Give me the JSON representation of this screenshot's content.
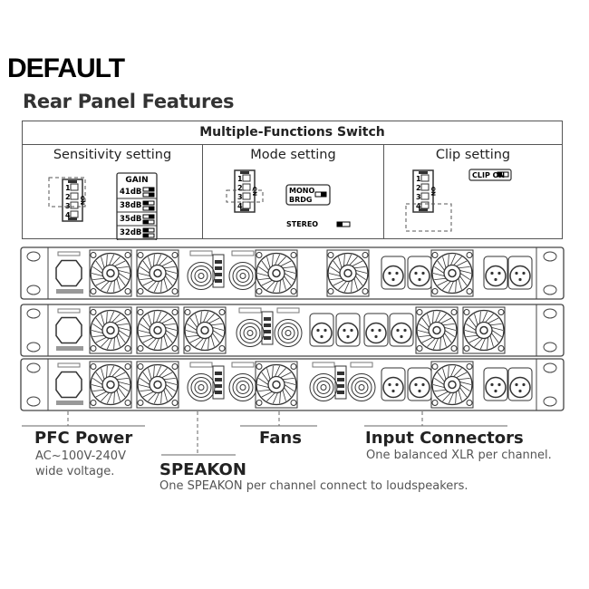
{
  "page_title": "Rear Panel Features",
  "watermark": "DEFAULT",
  "switch_panel": {
    "title": "Multiple-Functions Switch",
    "sensitivity": {
      "title": "Sensitivity setting",
      "gain_label": "GAIN",
      "levels": [
        "41dB",
        "38dB",
        "35dB",
        "32dB"
      ]
    },
    "mode": {
      "title": "Mode setting",
      "mono_label": "MONO",
      "bridge_label": "BRDG",
      "stereo_label": "STEREO"
    },
    "clip": {
      "title": "Clip setting",
      "clip_on_label": "CLIP ON"
    },
    "dip_numbers": [
      "1",
      "2",
      "3",
      "4"
    ],
    "dip_on": "ON"
  },
  "callouts": {
    "pfc": {
      "title": "PFC Power",
      "line1": "AC~100V-240V",
      "line2": "wide voltage."
    },
    "fans": {
      "title": "Fans"
    },
    "input": {
      "title": "Input Connectors",
      "desc": "One balanced XLR per channel."
    },
    "speakon": {
      "title": "SPEAKON",
      "desc": "One SPEAKON per channel connect to loudspeakers."
    }
  }
}
